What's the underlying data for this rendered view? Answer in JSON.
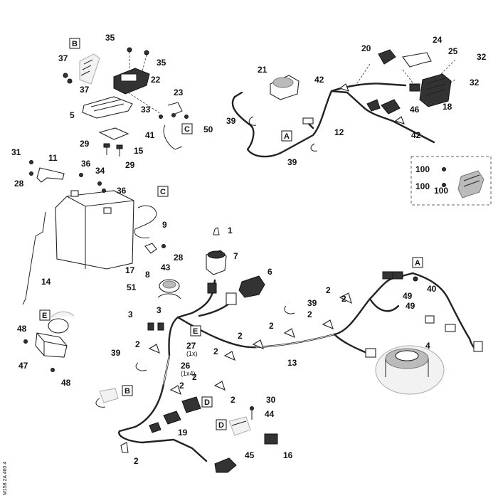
{
  "callouts": {
    "c1": "1",
    "c2a": "2",
    "c2b": "2",
    "c2c": "2",
    "c2d": "2",
    "c2e": "2",
    "c2f": "2",
    "c2g": "2",
    "c2h": "2",
    "c2i": "2",
    "c2j": "2",
    "c2k": "2",
    "c3a": "3",
    "c3b": "3",
    "c4": "4",
    "c5": "5",
    "c6": "6",
    "c7": "7",
    "c8": "8",
    "c9": "9",
    "c11": "11",
    "c12": "12",
    "c13": "13",
    "c14": "14",
    "c15": "15",
    "c16": "16",
    "c17": "17",
    "c18": "18",
    "c19": "19",
    "c20": "20",
    "c21": "21",
    "c22": "22",
    "c23": "23",
    "c24": "24",
    "c25": "25",
    "c26": "26",
    "c27": "27",
    "c28a": "28",
    "c28b": "28",
    "c29a": "29",
    "c29b": "29",
    "c30": "30",
    "c31": "31",
    "c32a": "32",
    "c32b": "32",
    "c33": "33",
    "c34": "34",
    "c35a": "35",
    "c35b": "35",
    "c36a": "36",
    "c36b": "36",
    "c37a": "37",
    "c37b": "37",
    "c39a": "39",
    "c39b": "39",
    "c39c": "39",
    "c39d": "39",
    "c40": "40",
    "c41": "41",
    "c42a": "42",
    "c42b": "42",
    "c43": "43",
    "c44": "44",
    "c45": "45",
    "c46": "46",
    "c47": "47",
    "c48a": "48",
    "c48b": "48",
    "c49a": "49",
    "c49b": "49",
    "c50": "50",
    "c51": "51",
    "c100a": "100",
    "c100b": "100",
    "c100c": "100"
  },
  "letter_flags": {
    "b_top": "B",
    "c_top": "C",
    "a_top": "A",
    "c_battery": "C",
    "a_right": "A",
    "e_mid": "E",
    "e_left": "E",
    "b_lower": "B",
    "d_lower": "D",
    "d_bottom": "D"
  },
  "small_text": {
    "note_27": "(1x)",
    "note_26": "(1x4)",
    "drawing_code": "M158 2A 460 4"
  }
}
